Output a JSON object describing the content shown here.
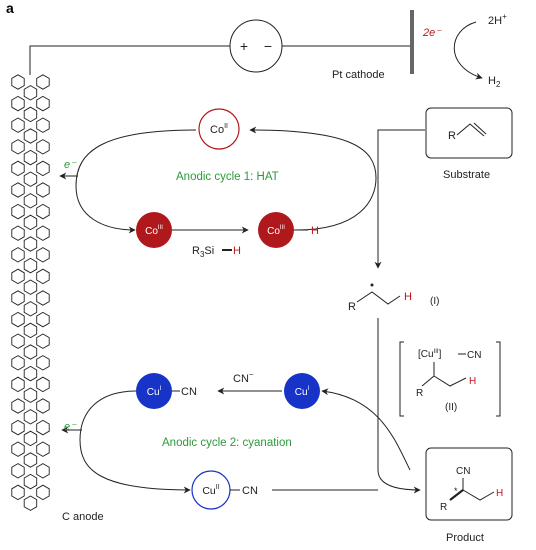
{
  "panel_label": "a",
  "colors": {
    "cobalt_red": "#b0191c",
    "copper_blue": "#1733c8",
    "cycle_green": "#2e9a3a",
    "hydrogen_red": "#c0141c",
    "line": "#222222"
  },
  "power_supply": {
    "plus": "+",
    "minus": "−"
  },
  "cathode": {
    "label": "Pt cathode",
    "electrons": "2e⁻",
    "proton_label": "2H",
    "proton_charge": "+",
    "hydrogen_label": "H",
    "hydrogen_subscript": "2"
  },
  "anode": {
    "label": "C anode",
    "electron": "e⁻"
  },
  "cycle1": {
    "title": "Anodic cycle 1: HAT",
    "co2": {
      "text": "Co",
      "sup": "II"
    },
    "co3": {
      "text": "Co",
      "sup": "III"
    },
    "coh": {
      "text": "Co",
      "sup": "III",
      "bond": "H"
    },
    "silane": {
      "prefix": "R",
      "sub": "3",
      "suffix": "Si",
      "h": "H"
    }
  },
  "cycle2": {
    "title": "Anodic cycle 2: cyanation",
    "cu1_cn": {
      "text": "Cu",
      "sup": "I",
      "cn": "CN"
    },
    "cu1": {
      "text": "Cu",
      "sup": "I"
    },
    "cu2_cn": {
      "text": "Cu",
      "sup": "II",
      "cn": "CN"
    },
    "cyanide": {
      "text": "CN",
      "sup": "−"
    }
  },
  "substrate": {
    "label": "Substrate",
    "r": "R"
  },
  "radical": {
    "r": "R",
    "h": "H",
    "tag": "(I)"
  },
  "intermediate": {
    "cu_text": "[Cu",
    "cu_sup": "III",
    "cu_close": "]",
    "cn": "CN",
    "r": "R",
    "h": "H",
    "tag": "(II)"
  },
  "product": {
    "label": "Product",
    "cn": "CN",
    "r": "R",
    "h": "H",
    "star": "*"
  }
}
